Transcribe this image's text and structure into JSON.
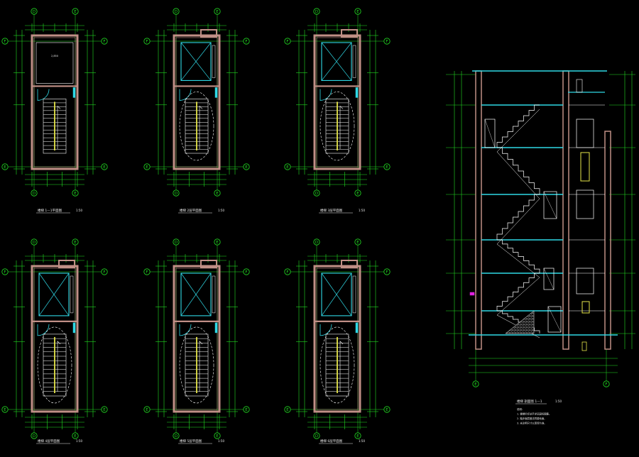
{
  "colors": {
    "background": "#000000",
    "dimension": "#22dd22",
    "wall": "#c08f86",
    "cyan": "#2fd9e6",
    "white": "#ffffff",
    "yellow": "#e6e64a",
    "magenta": "#e020e0",
    "text": "#e8e8e8"
  },
  "axes": {
    "top": [
      "D",
      "E"
    ],
    "left": [
      "F",
      "E"
    ],
    "right": [
      "F",
      "E"
    ]
  },
  "plans": [
    {
      "title": "楼梯 1—1平面图",
      "scale": "1:50"
    },
    {
      "title": "楼梯 2层平面图",
      "scale": "1:50"
    },
    {
      "title": "楼梯 3层平面图",
      "scale": "1:50"
    },
    {
      "title": "楼梯 4层平面图",
      "scale": "1:50"
    },
    {
      "title": "楼梯 5层平面图",
      "scale": "1:50"
    },
    {
      "title": "楼梯 6层平面图",
      "scale": "1:50"
    }
  ],
  "section": {
    "title": "楼梯 剖面图 1—1",
    "scale": "1:50",
    "axis_bottom": [
      "E",
      "F"
    ],
    "notes": [
      "说明：",
      "1. 楼梯栏杆扶手详见国标图集。",
      "2. 踏步面层做法同楼地面。",
      "3. 未注明尺寸以现场为准。"
    ]
  }
}
